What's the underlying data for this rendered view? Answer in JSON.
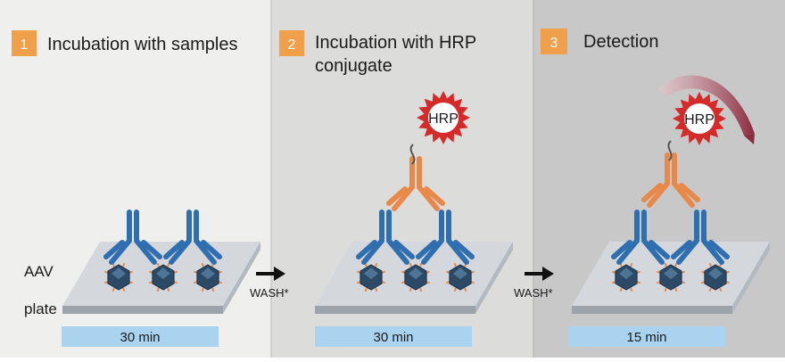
{
  "steps": [
    {
      "number": "1",
      "title_lines": [
        "Incubation with samples"
      ],
      "duration": "30 min"
    },
    {
      "number": "2",
      "title_lines": [
        "Incubation with HRP",
        "conjugate"
      ],
      "duration": "30 min"
    },
    {
      "number": "3",
      "title_lines": [
        "Detection"
      ],
      "duration": "15 min"
    }
  ],
  "labels": {
    "aav": "AAV",
    "plate": "plate",
    "hrp": "HRP",
    "wash": "WASH*"
  },
  "colors": {
    "panel1": "#efefed",
    "panel2": "#dcdcdb",
    "panel3": "#c8c8c8",
    "badge": "#f0a04b",
    "antibody_blue": "#2f6fb0",
    "antibody_orange": "#e8894a",
    "hrp_red": "#d42a2a",
    "capsid": "#2c4a66",
    "duration_bar": "#a9d3ee",
    "plate_top": "#d4d8dd",
    "plate_edge": "#9ca3ab",
    "arrow": "#111111"
  }
}
